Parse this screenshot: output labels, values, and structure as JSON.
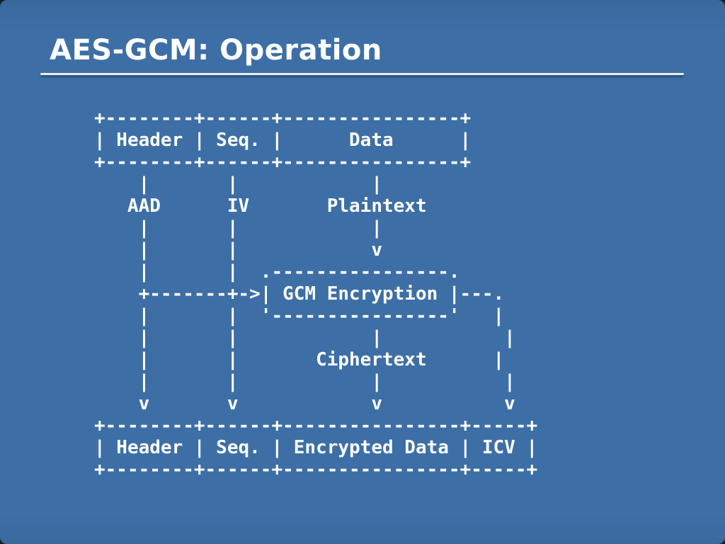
{
  "theme": {
    "slide-bg": "#3d6fa6",
    "text-color": "#ffffff",
    "rule-color": "#dfe7ee"
  },
  "slide": {
    "title": "AES-GCM: Operation"
  },
  "diagram": {
    "ascii": [
      "+--------+------+----------------+",
      "| Header | Seq. |      Data      |",
      "+--------+------+----------------+",
      "    |       |            |",
      "   AAD      IV       Plaintext",
      "    |       |            |",
      "    |       |            v",
      "    |       |  .----------------.",
      "    +-------+->| GCM Encryption |---.",
      "    |       |  '----------------'   |",
      "    |       |            |           |",
      "    |       |       Ciphertext      |",
      "    |       |            |           |",
      "    v       v            v           v",
      "+--------+------+----------------+-----+",
      "| Header | Seq. | Encrypted Data | ICV |",
      "+--------+------+----------------+-----+"
    ],
    "top_packet_fields": [
      "Header",
      "Seq.",
      "Data"
    ],
    "input_labels": [
      "AAD",
      "IV",
      "Plaintext"
    ],
    "process_label": "GCM Encryption",
    "output_label": "Ciphertext",
    "bottom_packet_fields": [
      "Header",
      "Seq.",
      "Encrypted Data",
      "ICV"
    ]
  }
}
